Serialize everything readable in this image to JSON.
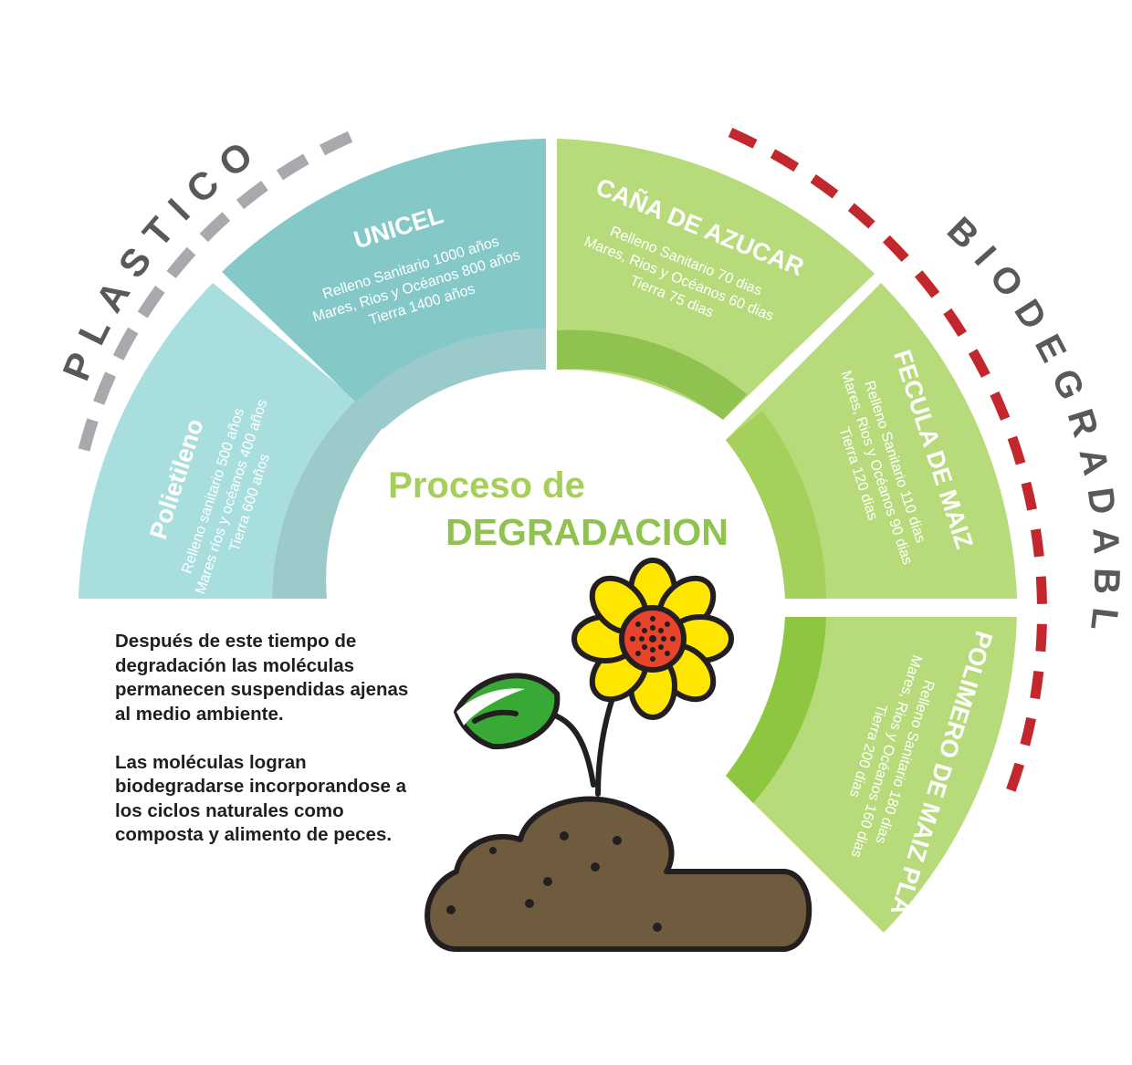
{
  "group_labels": {
    "plastics": "PLASTICOS",
    "biodegradables": "BIODEGRADABLES"
  },
  "center": {
    "line1": "Proceso de",
    "line2": "DEGRADACION"
  },
  "segments": {
    "polietileno": {
      "title": "Polietileno",
      "lines": [
        "Relleno sanitario 500 años",
        "Mares ríos y océanos 400 años",
        "Tierra 600 años"
      ]
    },
    "unicel": {
      "title": "UNICEL",
      "lines": [
        "Relleno Sanitario 1000 años",
        "Mares, Rios y Océanos 800 años",
        "Tierra 1400 años"
      ]
    },
    "cana": {
      "title": "CAÑA DE AZUCAR",
      "lines": [
        "Relleno Sanitario 70 dias",
        "Mares, Rios y Océanos 60 dias",
        "Tierra 75 dias"
      ]
    },
    "fecula": {
      "title": "FECULA DE MAIZ",
      "lines": [
        "Relleno Sanitario 110 dias",
        "Mares, Rios y Océanos 90 dias",
        "Tierra 120 dias"
      ]
    },
    "polimero": {
      "title": "POLIMERO DE MAIZ PLA",
      "lines": [
        "Relleno Sanitario 180 dias",
        "Mares, Rios y Océanos 160 dias",
        "Tierra 200 dias"
      ]
    }
  },
  "note": {
    "p1": "Después de este tiempo de degradación las moléculas permanecen suspendidas ajenas al medio ambiente.",
    "p2": "Las moléculas logran biodegradarse incorporandose a los ciclos naturales como composta y alimento de peces."
  },
  "colors": {
    "polietileno": "#a9dede",
    "unicel": "#84c9c8",
    "cana": "#b7da7a",
    "fecula": "#b7da7a",
    "polimero": "#b7da7a",
    "plastics_dash": "#a7a9ac",
    "bio_dash": "#c1272d",
    "soil": "#6f5c3e"
  }
}
